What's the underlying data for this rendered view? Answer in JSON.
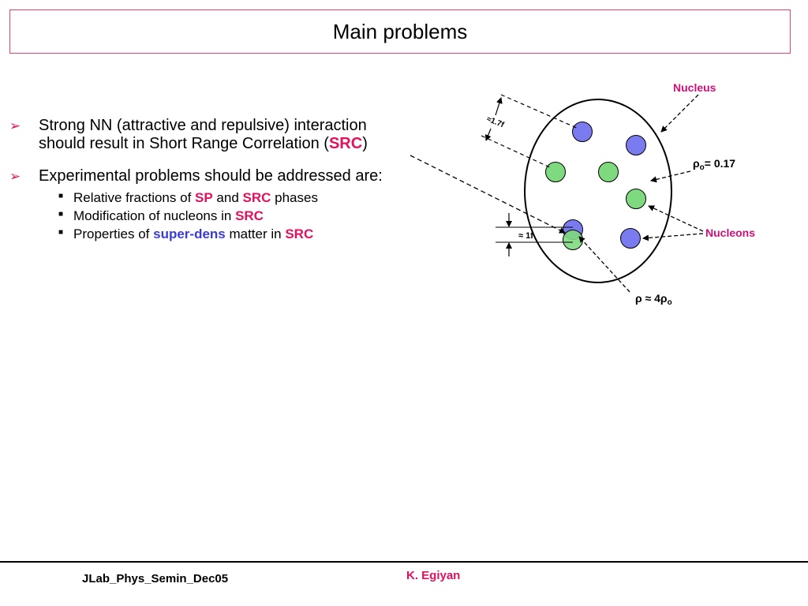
{
  "title": "Main problems",
  "bullets": [
    {
      "line1": "Strong NN (attractive and repulsive) interaction",
      "line2_pre": "should result in Short Range Correlation (",
      "line2_highlight": "SRC",
      "line2_post": ")"
    },
    {
      "text": "Experimental problems should be addressed are:",
      "subs": [
        {
          "pre": "Relative fractions of ",
          "h1": "SP",
          "mid": " and ",
          "h2": "SRC",
          "post": " phases"
        },
        {
          "pre": "Modification of nucleons  in ",
          "h1": "SRC"
        },
        {
          "pre": "Properties of  ",
          "h1": "super-dens",
          "mid": " matter in ",
          "h2": "SRC"
        }
      ]
    }
  ],
  "diagram": {
    "nucleus_label": "Nucleus",
    "nucleons_label": "Nucleons",
    "rho0_symbol": "ρ",
    "rho0_sub": "o",
    "rho0_value": "= 0.17",
    "rho_dense_pre": "ρ ≈ 4ρ",
    "rho_dense_sub": "o",
    "dist_17": "≈1.7f",
    "dist_1": "≈ 1f",
    "colors": {
      "proton": "#7b7bf0",
      "neutron": "#7fd97f",
      "label": "#d0107a"
    }
  },
  "footer": {
    "left": "JLab_Phys_Semin_Dec05",
    "center": "K. Egiyan"
  }
}
